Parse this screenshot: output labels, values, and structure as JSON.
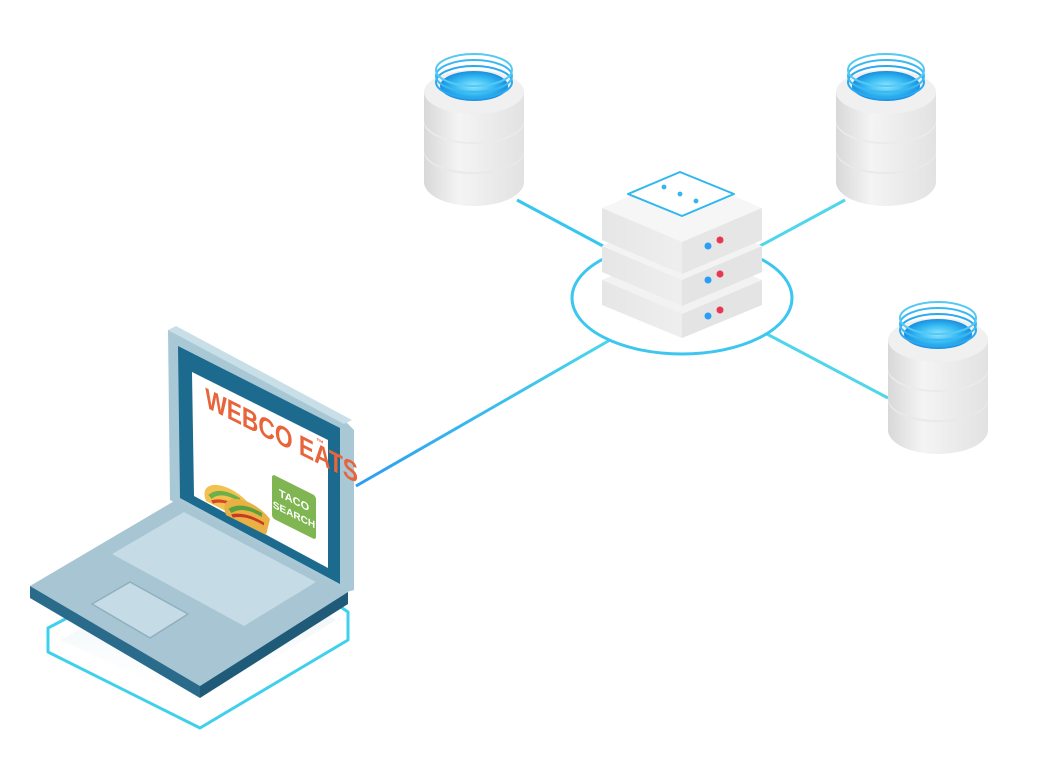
{
  "screen": {
    "brand_line1": "WEBCO EATS",
    "trademark": "™",
    "button_line1": "TACO",
    "button_line2": "SEARCH"
  },
  "colors": {
    "link": "#37c6f0",
    "link_alt": "#4fd6ea",
    "server_body": "#ededed",
    "db_liquid": "#2fb2f0",
    "laptop_body": "#9fbfcf",
    "laptop_screen_frame": "#1d6a8f",
    "brand_text": "#e8643a",
    "taco_button": "#7fb651",
    "led_red": "#e8384f",
    "led_blue": "#2a9df4"
  },
  "icons": {
    "server": "server-stack-icon",
    "database": "database-cylinder-icon",
    "laptop": "laptop-icon",
    "taco": "taco-icon"
  }
}
